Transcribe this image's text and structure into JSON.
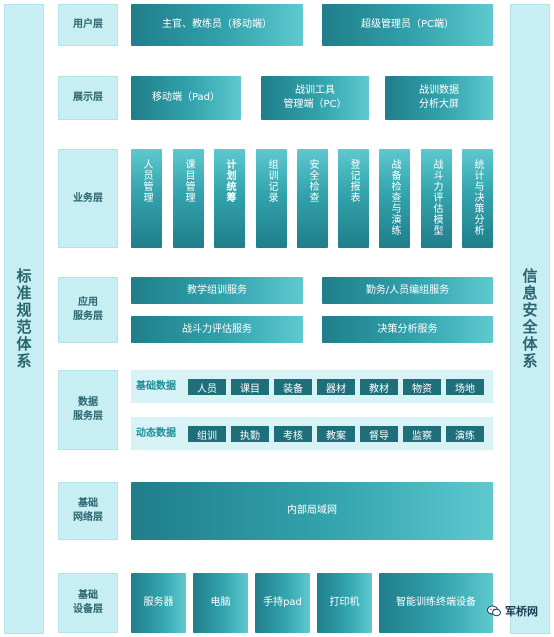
{
  "side_left": "标准规范体系",
  "side_right": "信息安全体系",
  "layers": [
    {
      "label": "用户层"
    },
    {
      "label": "展示层"
    },
    {
      "label": "业务层"
    },
    {
      "label": "应用\n服务层"
    },
    {
      "label": "数据\n服务层"
    },
    {
      "label": "基础\n网络层"
    },
    {
      "label": "基础\n设备层"
    }
  ],
  "user_layer": [
    "主官、教练员（移动端）",
    "超级管理员（PC端）"
  ],
  "display_layer": [
    "移动端（Pad）",
    "战训工具\n管理端（PC）",
    "战训数据\n分析大屏"
  ],
  "business_layer": [
    "人员管理",
    "课目管理",
    "计划统筹",
    "组训记录",
    "安全检查",
    "登记报表",
    "战备检查与演练",
    "战斗力评估模型",
    "统计与决策分析"
  ],
  "app_service_layer": [
    "教学组训服务",
    "勤务/人员编组服务",
    "战斗力评估服务",
    "决策分析服务"
  ],
  "data_service_layer": {
    "basic": {
      "title": "基础数据",
      "items": [
        "人员",
        "课目",
        "装备",
        "器材",
        "教材",
        "物资",
        "场地"
      ]
    },
    "dynamic": {
      "title": "动态数据",
      "items": [
        "组训",
        "执勤",
        "考核",
        "教案",
        "督导",
        "监察",
        "演练"
      ]
    }
  },
  "network_layer": "内部局域网",
  "device_layer": [
    "服务器",
    "电脑",
    "手持pad",
    "打印机",
    "智能训练终端设备"
  ],
  "watermark": "军桥网"
}
